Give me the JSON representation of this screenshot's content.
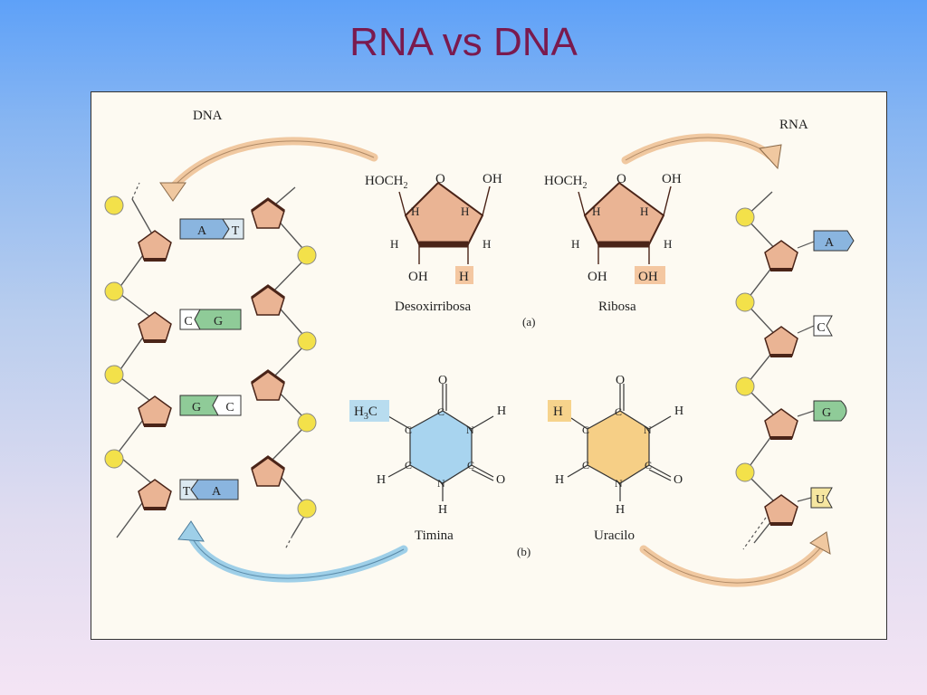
{
  "slide": {
    "title": "RNA vs DNA"
  },
  "figure": {
    "dna_label": "DNA",
    "rna_label": "RNA",
    "dna_pairs": [
      {
        "left": "A",
        "right": "T"
      },
      {
        "left": "C",
        "right": "G"
      },
      {
        "left": "G",
        "right": "C"
      },
      {
        "left": "T",
        "right": "A"
      }
    ],
    "rna_bases": [
      "A",
      "C",
      "G",
      "U"
    ],
    "panel_a_label": "(a)",
    "panel_b_label": "(b)",
    "sugars": {
      "deoxyribose": {
        "name": "Desoxirribosa",
        "ch2_group": "HOCH",
        "ch2_sub": "2",
        "ring_o": "O",
        "oh_right": "OH",
        "h": "H",
        "oh_bottom": "OH",
        "bottom_right": "H"
      },
      "ribose": {
        "name": "Ribosa",
        "ch2_group": "HOCH",
        "ch2_sub": "2",
        "ring_o": "O",
        "oh_right": "OH",
        "h": "H",
        "oh_bottom": "OH",
        "bottom_right": "OH"
      }
    },
    "bases_struct": {
      "thymine": {
        "name": "Timina",
        "methyl_main": "H",
        "methyl_sub": "3",
        "methyl_end": "C",
        "c": "C",
        "n": "N",
        "o": "O",
        "h": "H"
      },
      "uracil": {
        "name": "Uracilo",
        "sub_group": "H",
        "c": "C",
        "n": "N",
        "o": "O",
        "h": "H"
      }
    },
    "colors": {
      "phosphate": "#f3e14a",
      "sugar": "#eab494",
      "sugar_dark": "#4a2418",
      "base_blue": "#8ab5df",
      "base_green": "#8fcb98",
      "thymine_ring": "#a8d4ef",
      "uracil_ring": "#f6cf86",
      "highlight_orange": "#f4c7a1",
      "highlight_yellow": "#f6d38c",
      "highlight_blue": "#b8dcef",
      "arrow_orange": "#f0c8a0",
      "arrow_blue": "#9ecfe8",
      "title": "#7a1a4e"
    }
  }
}
